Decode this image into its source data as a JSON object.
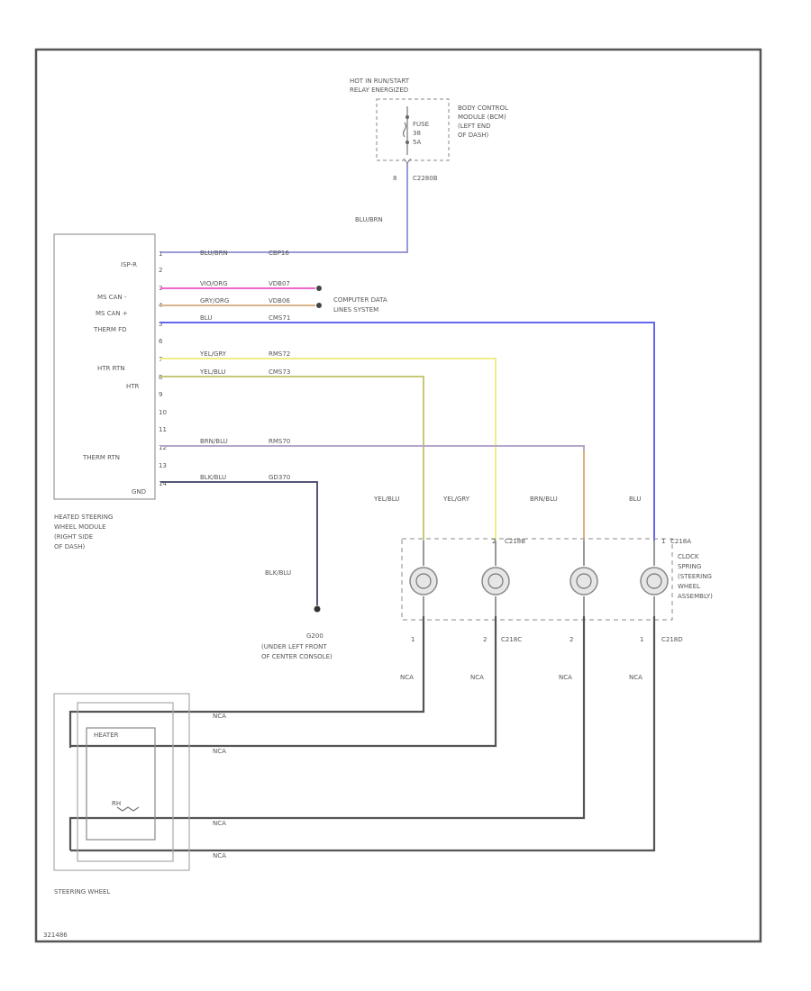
{
  "power": {
    "header1": "HOT IN RUN/START",
    "header2": "RELAY ENERGIZED",
    "fuse_label": "FUSE",
    "fuse_number": "38",
    "fuse_rating": "5A",
    "bcm1": "BODY CONTROL",
    "bcm2": "MODULE (BCM)",
    "bcm3": "(LEFT END",
    "bcm4": "OF DASH)",
    "pin": "8",
    "connector": "C2280B"
  },
  "wire_drop_label": "BLU/BRN",
  "module": {
    "name1": "HEATED STEERING",
    "name2": "WHEEL MODULE",
    "name3": "(RIGHT SIDE",
    "name4": "OF DASH)",
    "pins": [
      {
        "pin": "1",
        "label": "ISP-R",
        "color": "BLU/BRN",
        "circuit": "CBP16"
      },
      {
        "pin": "2",
        "label": "",
        "color": "",
        "circuit": ""
      },
      {
        "pin": "3",
        "label": "MS CAN -",
        "color": "VIO/ORG",
        "circuit": "VDB07"
      },
      {
        "pin": "4",
        "label": "MS CAN +",
        "color": "GRY/ORG",
        "circuit": "VDB06"
      },
      {
        "pin": "5",
        "label": "THERM FD",
        "color": "BLU",
        "circuit": "CMS71"
      },
      {
        "pin": "6",
        "label": "",
        "color": "",
        "circuit": ""
      },
      {
        "pin": "7",
        "label": "HTR RTN",
        "color": "YEL/GRY",
        "circuit": "RMS72"
      },
      {
        "pin": "8",
        "label": "HTR",
        "color": "YEL/BLU",
        "circuit": "CMS73"
      },
      {
        "pin": "9",
        "label": "",
        "color": "",
        "circuit": ""
      },
      {
        "pin": "10",
        "label": "",
        "color": "",
        "circuit": ""
      },
      {
        "pin": "11",
        "label": "",
        "color": "",
        "circuit": ""
      },
      {
        "pin": "12",
        "label": "THERM RTN",
        "color": "BRN/BLU",
        "circuit": "RMS70"
      },
      {
        "pin": "13",
        "label": "",
        "color": "",
        "circuit": ""
      },
      {
        "pin": "14",
        "label": "GND",
        "color": "BLK/BLU",
        "circuit": "GD370"
      }
    ]
  },
  "cds": {
    "line1": "COMPUTER DATA",
    "line2": "LINES SYSTEM"
  },
  "ground": {
    "wire": "BLK/BLU",
    "id": "G200",
    "loc1": "(UNDER LEFT FRONT",
    "loc2": "OF CENTER CONSOLE)"
  },
  "clock_spring": {
    "upper_connectors": [
      {
        "pin": "1",
        "name": "C218A"
      },
      {
        "pin": "2",
        "name": "C218B"
      }
    ],
    "wire_colors": [
      "YEL/BLU",
      "YEL/GRY",
      "BRN/BLU",
      "BLU"
    ],
    "name1": "CLOCK",
    "name2": "SPRING",
    "name3": "(STEERING",
    "name4": "WHEEL",
    "name5": "ASSEMBLY)",
    "lower_pins": [
      "1",
      "2",
      "2",
      "1"
    ],
    "lower_connectors": [
      "C218C",
      "C218D"
    ],
    "lower_colors": [
      "NCA",
      "NCA",
      "NCA",
      "NCA"
    ]
  },
  "steering": {
    "heater_label": "HEATER",
    "sensor_label": "RH",
    "wire_labels": [
      "NCA",
      "NCA",
      "NCA",
      "NCA"
    ],
    "name": "STEERING WHEEL"
  },
  "figure_id": "321486"
}
